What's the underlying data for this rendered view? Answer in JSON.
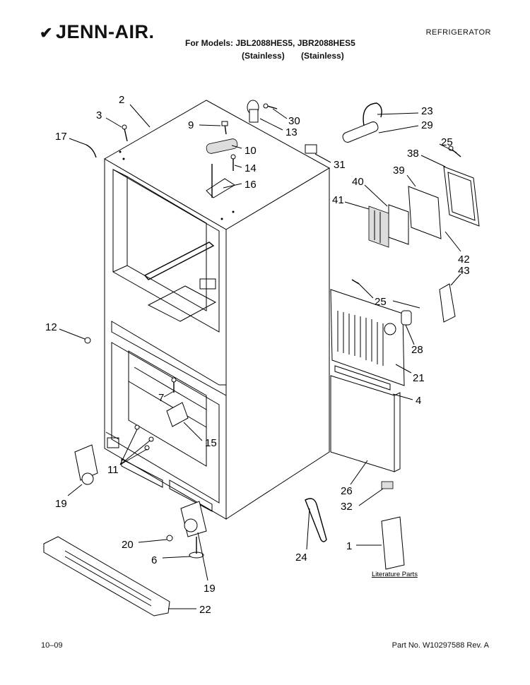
{
  "header": {
    "brand": "JENN-AIR.",
    "category": "REFRIGERATOR",
    "models_line": "For Models: JBL2088HES5, JBR2088HES5",
    "finish_1": "(Stainless)",
    "finish_2": "(Stainless)"
  },
  "callouts": [
    "2",
    "3",
    "17",
    "9",
    "10",
    "14",
    "16",
    "30",
    "13",
    "31",
    "23",
    "29",
    "25",
    "38",
    "39",
    "40",
    "41",
    "42",
    "43",
    "12",
    "25",
    "28",
    "21",
    "4",
    "7",
    "15",
    "11",
    "19",
    "26",
    "32",
    "20",
    "6",
    "19",
    "24",
    "1",
    "22"
  ],
  "literature_label": "Literature Parts",
  "footer": {
    "date": "10–09",
    "part_no": "Part No. W10297588 Rev. A"
  }
}
